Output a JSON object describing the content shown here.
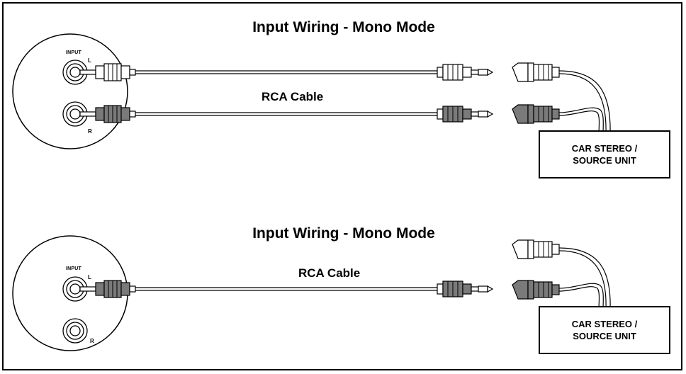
{
  "panels": [
    {
      "title": "Input Wiring - Mono Mode",
      "cable_label": "RCA Cable",
      "input_label": "INPUT",
      "left_label": "L",
      "right_label": "R",
      "unit_line1": "CAR STEREO /",
      "unit_line2": "SOURCE UNIT"
    },
    {
      "title": "Input Wiring - Mono Mode",
      "cable_label": "RCA Cable",
      "input_label": "INPUT",
      "left_label": "L",
      "right_label": "R",
      "unit_line1": "CAR STEREO /",
      "unit_line2": "SOURCE UNIT"
    }
  ],
  "colors": {
    "stroke": "#000000",
    "connector_dark": "#7a7a7a",
    "connector_light": "#ffffff",
    "background": "#ffffff"
  }
}
